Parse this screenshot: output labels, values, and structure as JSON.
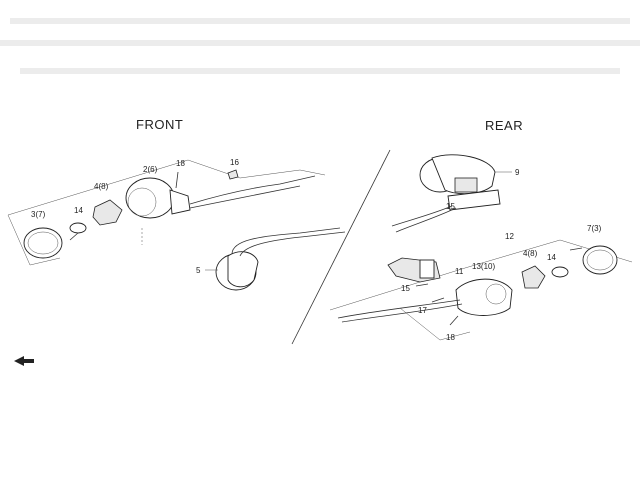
{
  "sections": {
    "front_label": "FRONT",
    "rear_label": "REAR"
  },
  "callouts": {
    "f_3_7": "3(7)",
    "f_14": "14",
    "f_4_8": "4(8)",
    "f_2_6": "2(6)",
    "f_18": "18",
    "f_16": "16",
    "f_5": "5",
    "r_9": "9",
    "r_15a": "15",
    "r_12": "12",
    "r_7_3": "7(3)",
    "r_4_8": "4(8)",
    "r_14": "14",
    "r_13_10": "13(10)",
    "r_11": "11",
    "r_15b": "15",
    "r_17": "17",
    "r_18": "18"
  },
  "icons": {
    "front_arrow": "arrow-left-icon"
  }
}
